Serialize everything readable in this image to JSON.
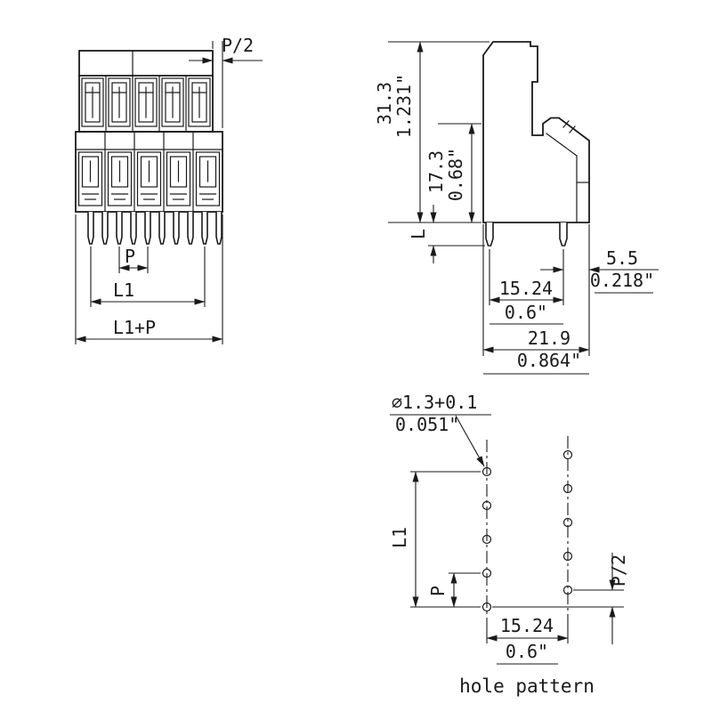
{
  "page": {
    "background": "#ffffff"
  },
  "colors": {
    "line": "#1a1a1a"
  },
  "drawing": {
    "front_view": {
      "pitch_half": "P/2",
      "pitch": "P",
      "l1": "L1",
      "l1_plus_p": "L1+P"
    },
    "side_view": {
      "height_mm": "31.3",
      "height_in": "1.231\"",
      "front_height_mm": "17.3",
      "front_height_in": "0.68\"",
      "pin_length": "L",
      "pin_pitch_mm": "15.24",
      "pin_pitch_in": "0.6\"",
      "pin_edge_mm": "5.5",
      "pin_edge_in": "0.218\"",
      "depth_mm": "21.9",
      "depth_in": "0.864\""
    },
    "hole_pattern": {
      "hole_dia_mm": "∅1.3+0.1",
      "hole_dia_in": "0.051\"",
      "l1": "L1",
      "pitch": "P",
      "pitch_half": "P/2",
      "row_spacing_mm": "15.24",
      "row_spacing_in": "0.6\"",
      "caption": "hole pattern"
    }
  }
}
